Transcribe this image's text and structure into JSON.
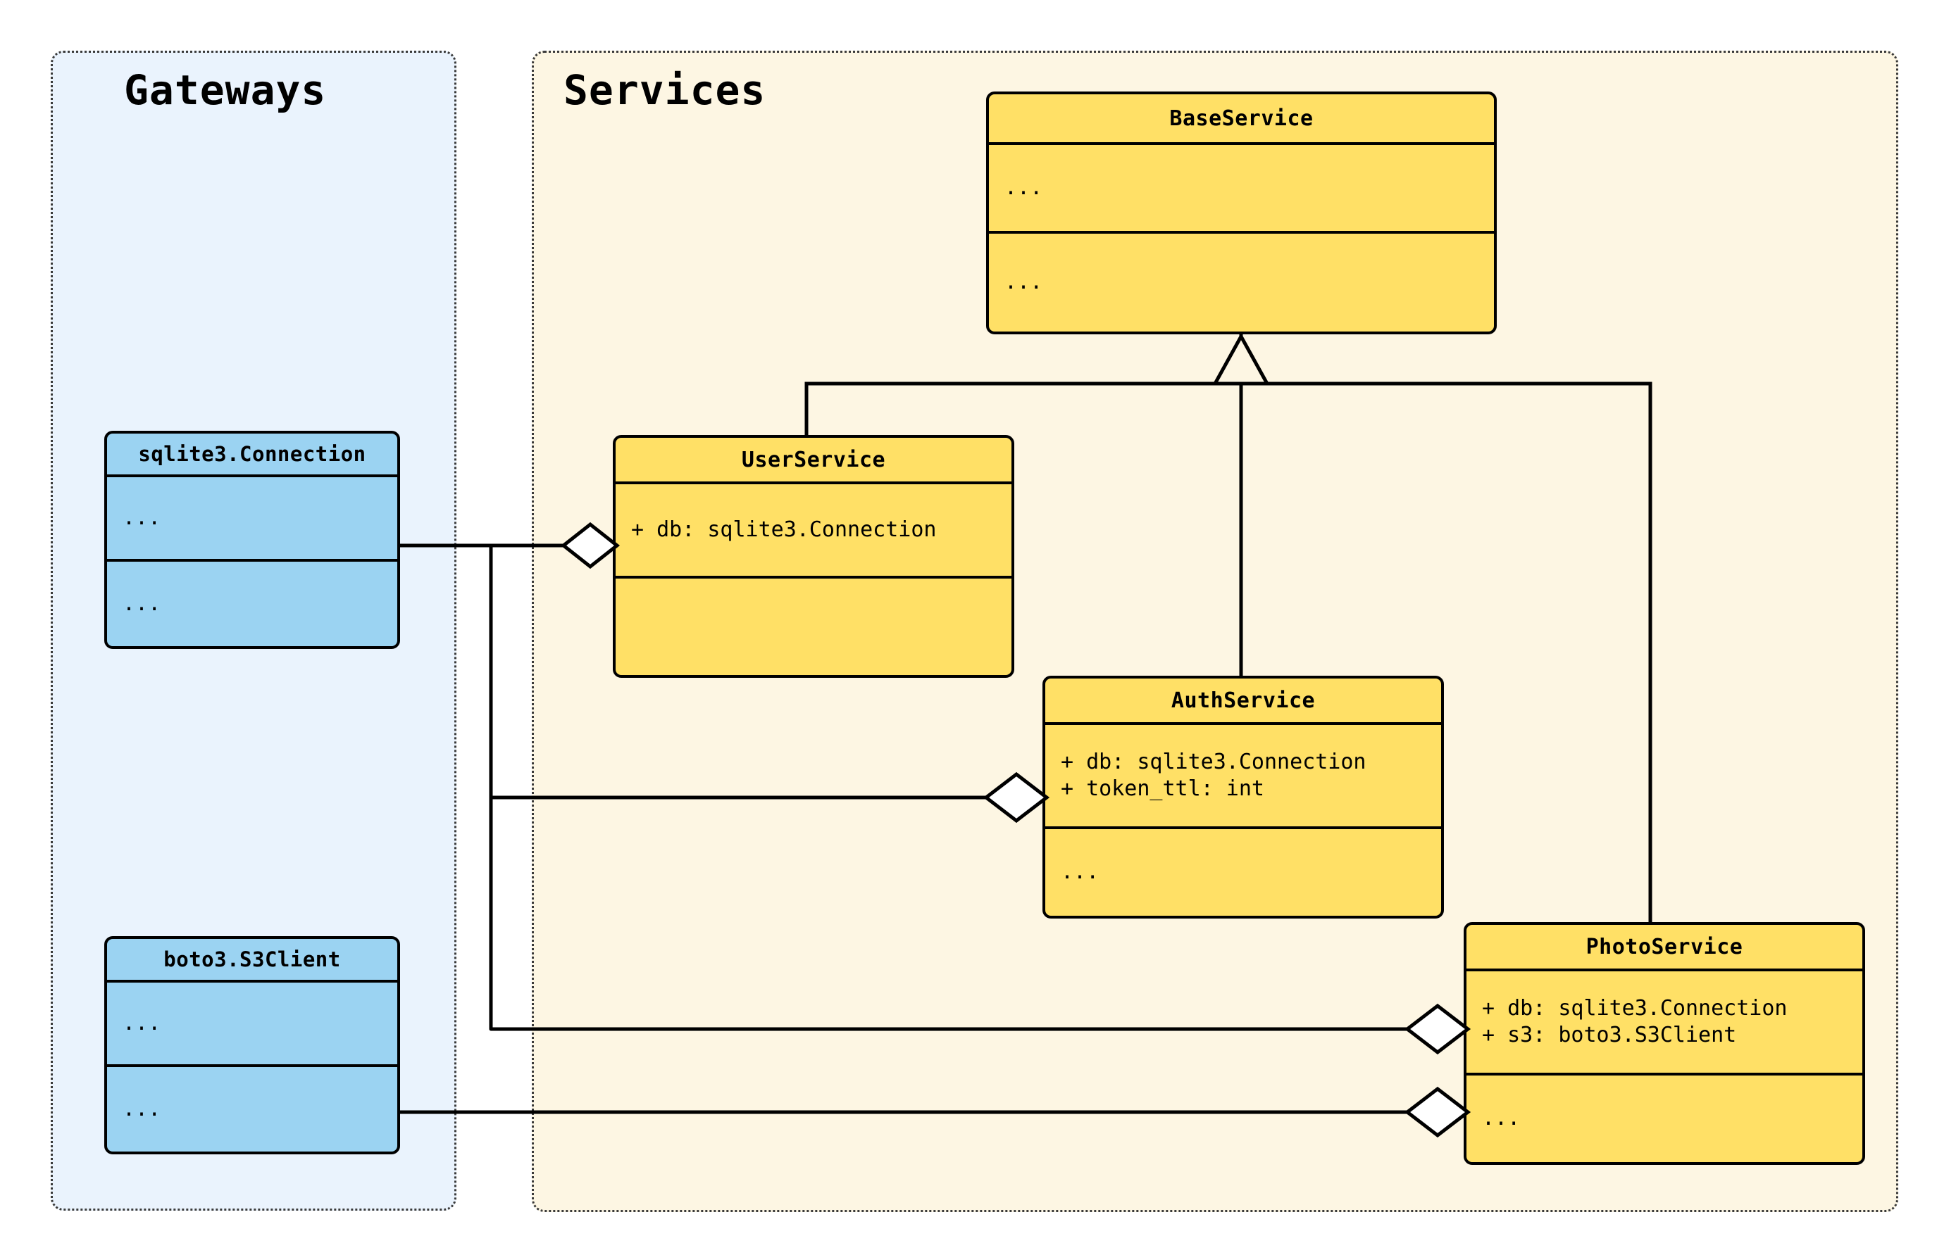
{
  "diagram": {
    "type": "uml-class-diagram",
    "background": "#ffffff",
    "colors": {
      "service_fill": "#ffe066",
      "gateway_fill": "#9bd3f2",
      "services_panel_fill": "#fdf6e3",
      "gateways_panel_fill": "#eaf3fd",
      "stroke": "#000000",
      "panel_border": "#3a3a3a"
    }
  },
  "packages": [
    {
      "id": "gateways",
      "title": "Gateways"
    },
    {
      "id": "services",
      "title": "Services"
    }
  ],
  "classes": [
    {
      "id": "baseservice",
      "name": "BaseService",
      "package": "services",
      "attributes": "...",
      "methods": "..."
    },
    {
      "id": "userservice",
      "name": "UserService",
      "package": "services",
      "attributes": "+ db: sqlite3.Connection",
      "methods": ""
    },
    {
      "id": "authservice",
      "name": "AuthService",
      "package": "services",
      "attributes": "+ db: sqlite3.Connection\n+ token_ttl: int",
      "methods": "..."
    },
    {
      "id": "photoservice",
      "name": "PhotoService",
      "package": "services",
      "attributes": "+ db: sqlite3.Connection\n+ s3: boto3.S3Client",
      "methods": "..."
    },
    {
      "id": "sqlite3connection",
      "name": "sqlite3.Connection",
      "package": "gateways",
      "attributes": "...",
      "methods": "..."
    },
    {
      "id": "boto3s3client",
      "name": "boto3.S3Client",
      "package": "gateways",
      "attributes": "...",
      "methods": "..."
    }
  ],
  "relationships": [
    {
      "id": "inh-user",
      "kind": "generalization",
      "from": "userservice",
      "to": "baseservice"
    },
    {
      "id": "inh-auth",
      "kind": "generalization",
      "from": "authservice",
      "to": "baseservice"
    },
    {
      "id": "inh-photo",
      "kind": "generalization",
      "from": "photoservice",
      "to": "baseservice"
    },
    {
      "id": "agg-user-db",
      "kind": "aggregation",
      "from": "userservice",
      "to": "sqlite3connection"
    },
    {
      "id": "agg-auth-db",
      "kind": "aggregation",
      "from": "authservice",
      "to": "sqlite3connection"
    },
    {
      "id": "agg-photo-db",
      "kind": "aggregation",
      "from": "photoservice",
      "to": "sqlite3connection"
    },
    {
      "id": "agg-photo-s3",
      "kind": "aggregation",
      "from": "photoservice",
      "to": "boto3s3client"
    }
  ]
}
